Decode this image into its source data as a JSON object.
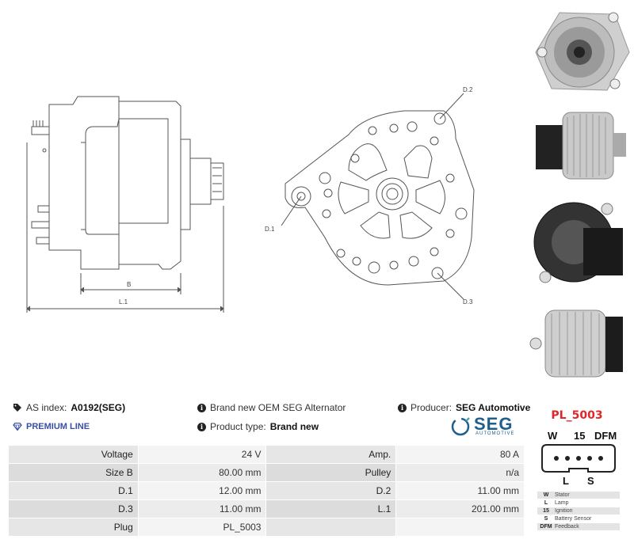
{
  "drawing_labels": {
    "d1": "D.1",
    "d2": "D.2",
    "d3": "D.3",
    "b": "B",
    "l1": "L.1"
  },
  "info": {
    "as_index_label": "AS index:",
    "as_index_value": "A0192(SEG)",
    "description": "Brand new OEM SEG Alternator",
    "producer_label": "Producer:",
    "producer_value": "SEG Automotive",
    "premium_line": "PREMIUM LINE",
    "product_type_label": "Product type:",
    "product_type_value": "Brand new"
  },
  "brand_logo": {
    "name": "SEG",
    "subtitle": "AUTOMOTIVE",
    "color": "#1f5f8b"
  },
  "specs": [
    [
      {
        "label": "Voltage",
        "value": "24 V"
      },
      {
        "label": "Amp.",
        "value": "80 A"
      }
    ],
    [
      {
        "label": "Size B",
        "value": "80.00 mm"
      },
      {
        "label": "Pulley",
        "value": "n/a"
      }
    ],
    [
      {
        "label": "D.1",
        "value": "12.00 mm"
      },
      {
        "label": "D.2",
        "value": "11.00 mm"
      }
    ],
    [
      {
        "label": "D.3",
        "value": "11.00 mm"
      },
      {
        "label": "L.1",
        "value": "201.00 mm"
      }
    ],
    [
      {
        "label": "Plug",
        "value": "PL_5003"
      },
      {
        "label": "",
        "value": ""
      }
    ]
  ],
  "plug": {
    "code": "PL_5003",
    "top_pins": [
      "W",
      "15",
      "DFM"
    ],
    "bottom_pins": [
      "L",
      "S"
    ],
    "legend": [
      {
        "key": "W",
        "text": "Stator"
      },
      {
        "key": "L",
        "text": "Lamp"
      },
      {
        "key": "15",
        "text": "Ignition"
      },
      {
        "key": "S",
        "text": "Battery Sensor"
      },
      {
        "key": "DFM",
        "text": "Feedback"
      }
    ]
  },
  "colors": {
    "plug_code": "#e0262a",
    "premium": "#3a4fa3",
    "drawing_line": "#555555"
  },
  "icons": {
    "as_index": "tag-icon",
    "info": "info-circle-icon",
    "premium": "diamond-icon"
  }
}
